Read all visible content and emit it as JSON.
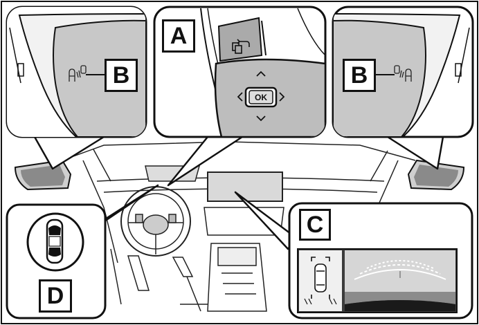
{
  "labels": {
    "a": "A",
    "b_left": "B",
    "b_right": "B",
    "c": "C",
    "d": "D"
  },
  "switch": {
    "ok": "OK"
  },
  "icons": {
    "mirror_indicator": "blind-spot-monitor-icon",
    "return_button": "return-icon",
    "camera_view": "panoramic-view-monitor",
    "car_top": "car-top-view-icon"
  }
}
